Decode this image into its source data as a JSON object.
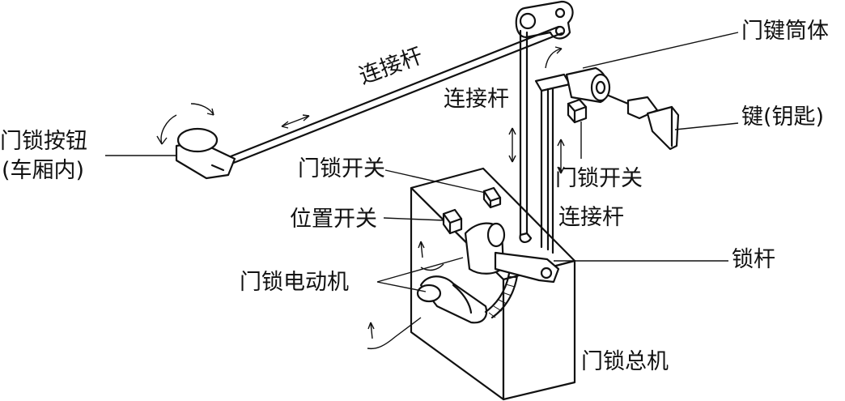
{
  "labels": {
    "door_lock_button": "门锁按钮",
    "car_interior": "(车厢内)",
    "link_rod_top": "连接杆",
    "link_rod_middle": "连接杆",
    "link_rod_lower": "连接杆",
    "key_cylinder": "门键筒体",
    "key": "键(钥匙)",
    "door_lock_switch_left": "门锁开关",
    "door_lock_switch_right": "门锁开关",
    "position_switch": "位置开关",
    "door_lock_motor": "门锁电动机",
    "lock_lever": "锁杆",
    "door_lock_assembly": "门锁总机"
  }
}
